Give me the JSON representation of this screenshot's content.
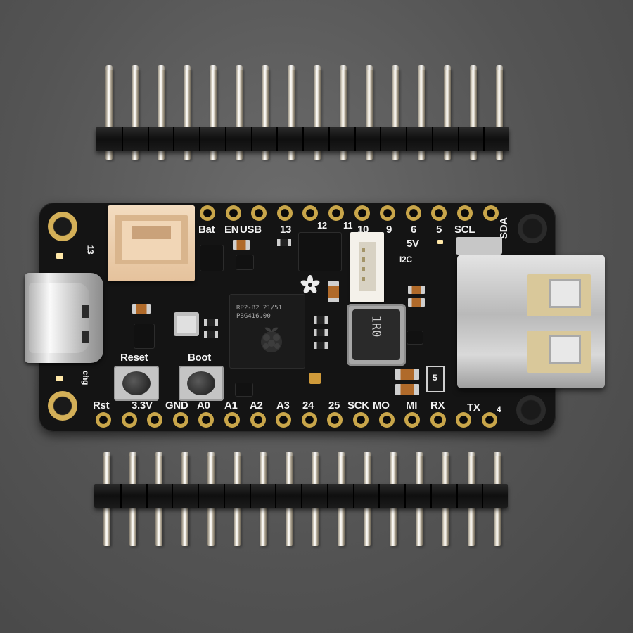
{
  "scene": {
    "description_free": true,
    "colors": {
      "background": "#555555",
      "board": "#141414",
      "gold": "#c9a64a",
      "silkscreen": "#f2f2f2",
      "connector_cream": "#f3dcc0"
    }
  },
  "board": {
    "top_labels": [
      "Bat",
      "EN",
      "USB",
      "13",
      "12",
      "11",
      "10",
      "9",
      "6",
      "5",
      "SCL",
      "SDA"
    ],
    "top_extra": {
      "v5": "5V",
      "i2c": "I2C"
    },
    "bottom_labels": [
      "Rst",
      "3.3V",
      "GND",
      "A0",
      "A1",
      "A2",
      "A3",
      "24",
      "25",
      "SCK",
      "MO",
      "MI",
      "RX",
      "TX",
      "4"
    ],
    "button_labels": {
      "reset": "Reset",
      "boot": "Boot"
    },
    "side_labels": {
      "led13": "13",
      "chg": "chg"
    },
    "mcu": {
      "line1": "RP2-B2   21/51",
      "line2": "PBG416.00"
    },
    "inductor_label": "1R0",
    "pin5_label": "5"
  },
  "headers": {
    "top_pin_count": 16,
    "bottom_pin_count": 16
  }
}
